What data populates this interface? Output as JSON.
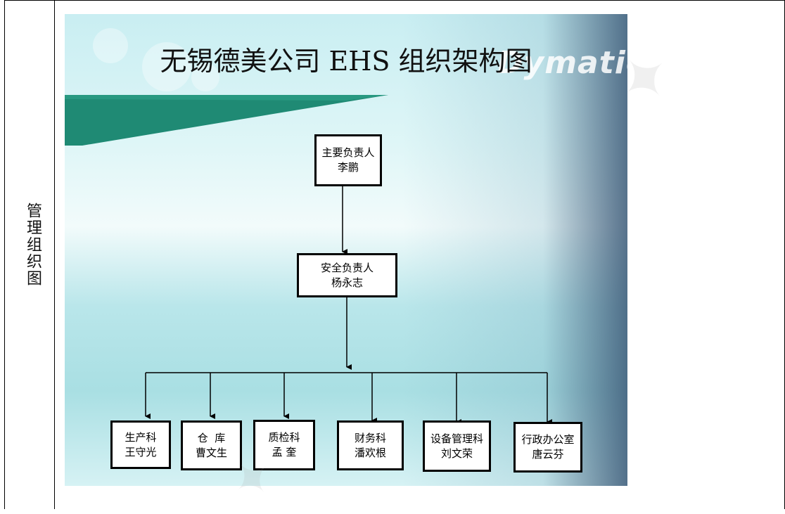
{
  "side_label": "管理组织图",
  "slide": {
    "title": "无锡德美公司 EHS 组织架构图",
    "brand_text": "Dymatic"
  },
  "org": {
    "root": {
      "role": "主要负责人",
      "name": "李鹏"
    },
    "safety": {
      "role": "安全负责人",
      "name": "杨永志"
    },
    "departments": [
      {
        "role": "生产科",
        "name": "王守光"
      },
      {
        "role": "仓  库",
        "name": "曹文生"
      },
      {
        "role": "质检科",
        "name": "孟 奎"
      },
      {
        "role": "财务科",
        "name": "潘欢根"
      },
      {
        "role": "设备管理科",
        "name": "刘文荣"
      },
      {
        "role": "行政办公室",
        "name": "唐云芬"
      }
    ]
  },
  "colors": {
    "band": "#1f8a74",
    "line": "#000000"
  }
}
